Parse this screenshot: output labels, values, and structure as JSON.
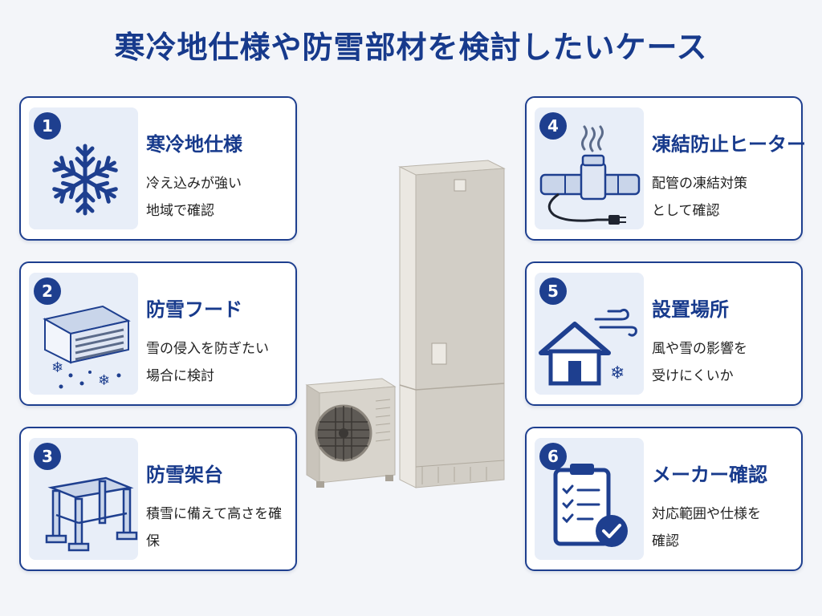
{
  "title": "寒冷地仕様や防雪部材を検討したいケース",
  "cards": [
    {
      "num": "1",
      "title": "寒冷地仕様",
      "desc": "冷え込みが強い\n地域で確認",
      "icon": "snowflake-icon"
    },
    {
      "num": "2",
      "title": "防雪フード",
      "desc": "雪の侵入を防ぎたい\n場合に検討",
      "icon": "snow-hood-icon"
    },
    {
      "num": "3",
      "title": "防雪架台",
      "desc": "積雪に備えて高さを確保",
      "icon": "snow-stand-icon"
    },
    {
      "num": "4",
      "title": "凍結防止ヒーター",
      "desc": "配管の凍結対策\nとして確認",
      "icon": "pipe-heater-icon"
    },
    {
      "num": "5",
      "title": "設置場所",
      "desc": "風や雪の影響を\n受けにくいか",
      "icon": "house-wind-icon"
    },
    {
      "num": "6",
      "title": "メーカー確認",
      "desc": "対応範囲や仕様を\n確認",
      "icon": "clipboard-check-icon"
    }
  ],
  "colors": {
    "accent": "#1e3f8f",
    "title": "#173a8c",
    "icon_bg": "#e8eef8",
    "unit": "#d8d4cc"
  }
}
